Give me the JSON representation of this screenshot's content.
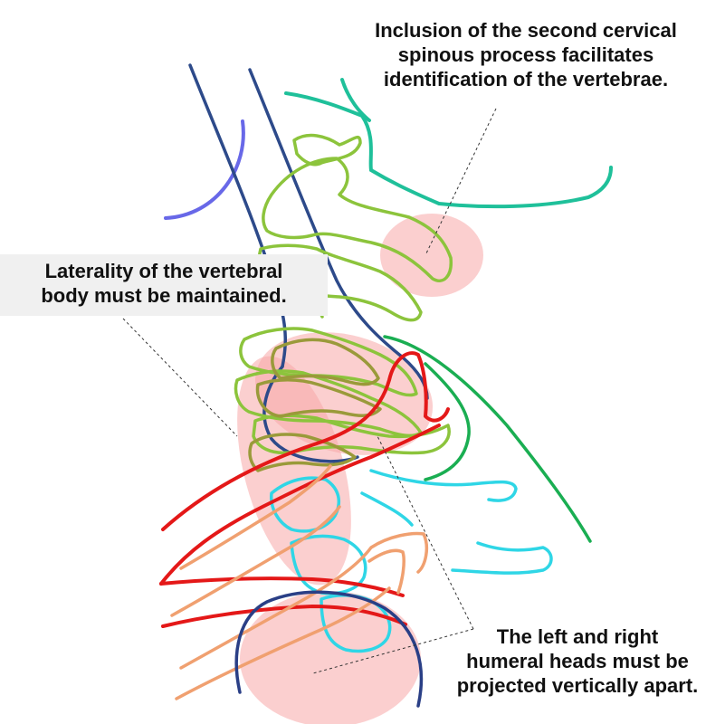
{
  "annotations": {
    "c2_spinous": {
      "lines": [
        "Inclusion of the second cervical",
        "spinous process facilitates",
        "identification of the vertebrae."
      ]
    },
    "laterality": {
      "lines": [
        "Laterality of the vertebral",
        "body must be maintained."
      ]
    },
    "humeral_heads": {
      "lines": [
        "The left and right",
        "humeral heads must be",
        "projected vertically apart."
      ]
    }
  },
  "colors": {
    "background": "#ffffff",
    "highlight": "#f7a8a8",
    "vertebra_green": "#8cc43c",
    "vertebra_olive": "#9a9a3a",
    "trachea_navy": "#2d4a8a",
    "mandible_teal": "#1fc09a",
    "clavicle_red": "#e41818",
    "rib_orange": "#f0a070",
    "lower_vertebra_cyan": "#2fd6e6",
    "scapula_green": "#1aae52",
    "humerus_navy": "#2a3f86",
    "ear_violet": "#6868e8",
    "leader_line": "#333333"
  }
}
